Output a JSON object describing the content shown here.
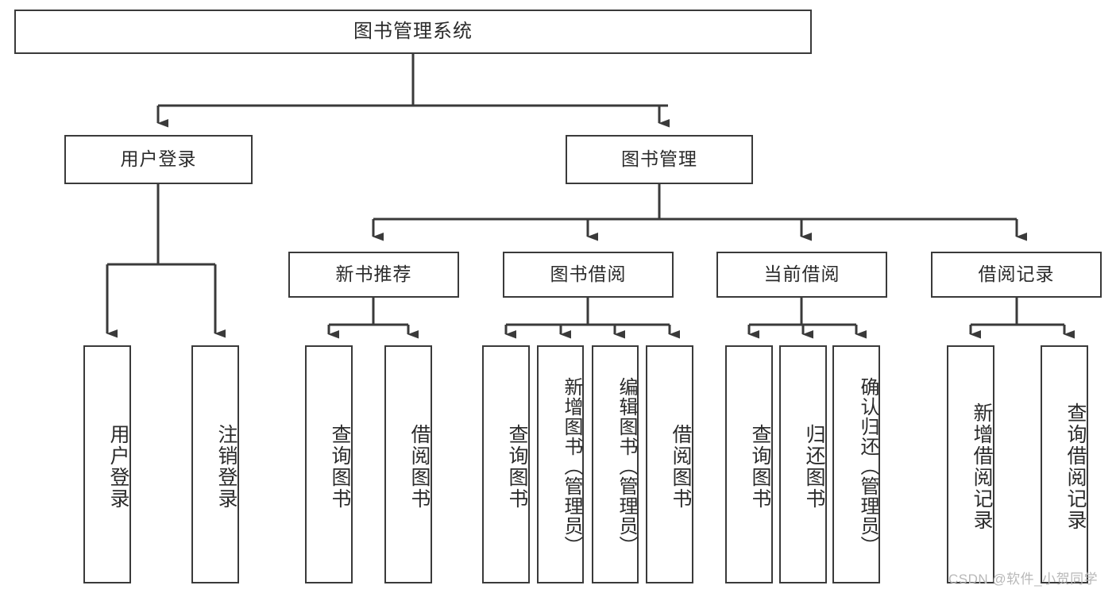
{
  "diagram": {
    "type": "tree",
    "title": "图书管理系统",
    "root": {
      "label": "图书管理系统"
    },
    "level2": [
      {
        "label": "用户登录"
      },
      {
        "label": "图书管理"
      }
    ],
    "level3": [
      {
        "label": "新书推荐"
      },
      {
        "label": "图书借阅"
      },
      {
        "label": "当前借阅"
      },
      {
        "label": "借阅记录"
      }
    ],
    "leaves": {
      "user_login": [
        {
          "label": "用户登录"
        },
        {
          "label": "注销登录"
        }
      ],
      "new_book_recommend": [
        {
          "label": "查询图书"
        },
        {
          "label": "借阅图书"
        }
      ],
      "book_borrow": [
        {
          "label": "查询图书"
        },
        {
          "label": "新增图书（管理员）"
        },
        {
          "label": "编辑图书（管理员）"
        },
        {
          "label": "借阅图书"
        }
      ],
      "current_borrow": [
        {
          "label": "查询图书"
        },
        {
          "label": "归还图书"
        },
        {
          "label": "确认归还（管理员）"
        }
      ],
      "borrow_record": [
        {
          "label": "新增借阅记录"
        },
        {
          "label": "查询借阅记录"
        }
      ]
    }
  },
  "watermark": {
    "text": "CSDN @软件_小贺同学"
  },
  "colors": {
    "stroke": "#3a3a3a",
    "background": "#ffffff",
    "text": "#2b2b2b",
    "watermark": "#b8b8b8"
  }
}
